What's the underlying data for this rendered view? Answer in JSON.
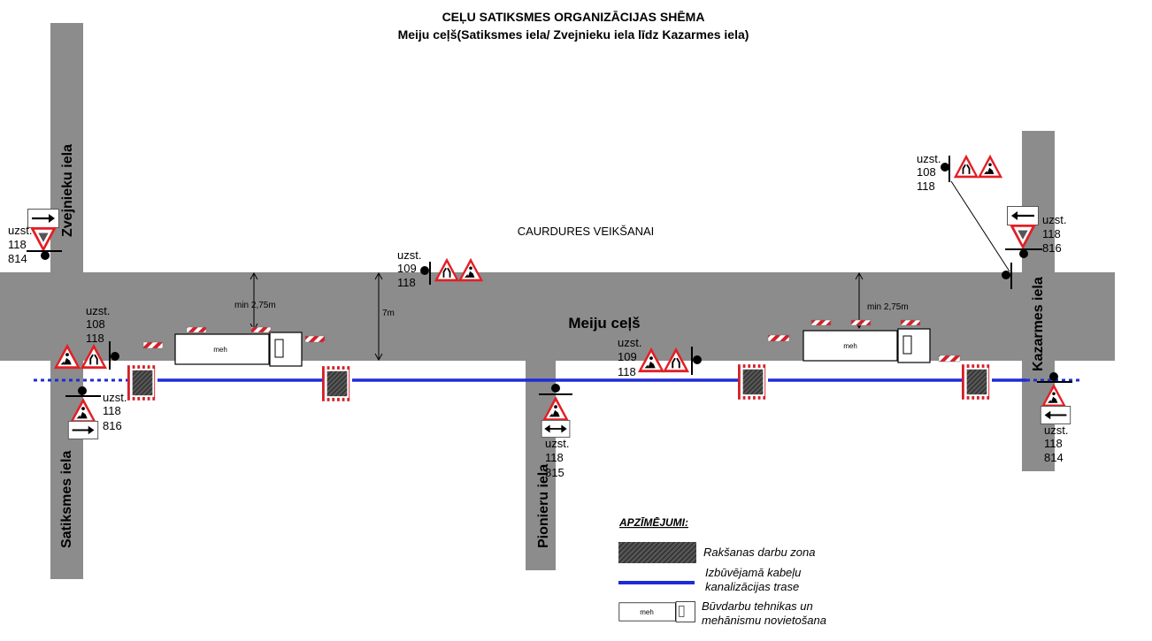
{
  "title": {
    "line1": "CEĻU SATIKSMES ORGANIZĀCIJAS SHĒMA",
    "line2": "Meiju ceļš(Satiksmes iela/ Zvejnieku iela līdz Kazarmes iela)"
  },
  "streets": {
    "main": "Meiju ceļš",
    "zvejnieku": "Zvejnieku iela",
    "satiksmes": "Satiksmes iela",
    "pionieru": "Pionieru  iela",
    "kazarmes": "Kazarmes iela"
  },
  "annotations": {
    "caurdures": "CAURDURES VEIKŠANAI",
    "min_width_left": "min 2,75m",
    "min_width_right": "min 2,75m",
    "road_width": "7m"
  },
  "vehicle_label": "meh",
  "sign_groups": [
    {
      "id": "zvejnieku",
      "lines": [
        "uzst.",
        "118",
        "814"
      ]
    },
    {
      "id": "pionieru-top",
      "lines": [
        "uzst.",
        "109",
        "118"
      ]
    },
    {
      "id": "kazarmes-top",
      "lines": [
        "uzst.",
        "108",
        "118"
      ]
    },
    {
      "id": "kazarmes-right",
      "lines": [
        "uzst.",
        "118",
        "816"
      ]
    },
    {
      "id": "satiksmes-top",
      "lines": [
        "uzst.",
        "108",
        "118"
      ]
    },
    {
      "id": "satiksmes-bottom",
      "lines": [
        "uzst.",
        "118",
        "816"
      ]
    },
    {
      "id": "middle",
      "lines": [
        "uzst.",
        "109",
        "118"
      ]
    },
    {
      "id": "pionieru-bottom",
      "lines": [
        "uzst.",
        "118",
        "815"
      ]
    },
    {
      "id": "kazarmes-bottom",
      "lines": [
        "uzst.",
        "118",
        "814"
      ]
    }
  ],
  "legend": {
    "title": "APZĪMĒJUMI:",
    "items": [
      {
        "id": "dig",
        "lines": [
          "Rakšanas darbu zona"
        ]
      },
      {
        "id": "cable",
        "lines": [
          "Izbūvējamā kabeļu",
          "kanalizācijas trase"
        ]
      },
      {
        "id": "machinery",
        "lines": [
          "Būvdarbu tehnikas un",
          "mehānismu novietošana"
        ]
      }
    ]
  },
  "colors": {
    "road": "#8c8c8c",
    "cable": "#1f2bd6",
    "sign_red": "#e31e24",
    "barrier_red": "#d4202a"
  },
  "icons": [
    "arrow-right-sign-icon",
    "arrow-left-sign-icon",
    "two-way-arrow-sign-icon",
    "yield-sign-icon",
    "roadworks-sign-icon",
    "road-narrows-sign-icon"
  ]
}
